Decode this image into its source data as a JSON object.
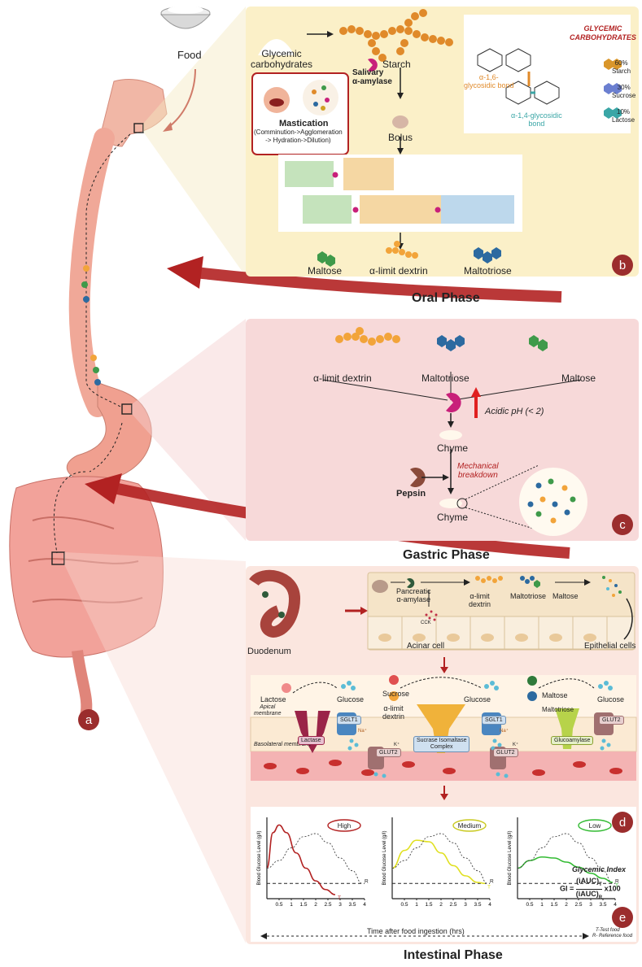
{
  "colors": {
    "oral_bg": "#fbf0c8",
    "gastric_bg": "#f7d9d9",
    "intestinal_bg": "#fbe6df",
    "accent_red": "#b22222",
    "badge": "#9b2d2d",
    "starch_orange": "#e08a2a",
    "maltose_green": "#3f9a4a",
    "maltotriose_blue": "#2c6aa0",
    "enzyme_magenta": "#c8207a"
  },
  "left": {
    "food_label": "Food",
    "badge_a": "a"
  },
  "oral": {
    "glycemic_carbs": "Glycemic\ncarbohydrates",
    "starch": "Starch",
    "salivary": "Salivary\nα-amylase",
    "bolus": "Bolus",
    "mastication_title": "Mastication",
    "mastication_steps": "(Comminution->Agglomeration\n-> Hydration->Dilution)",
    "bond16": "α-1,6-\nglycosidic bond",
    "bond14": "α-1,4-glycosidic\nbond",
    "gc_title": "GLYCEMIC\nCARBOHYDRATES",
    "gc_items": [
      {
        "pct": "60%",
        "name": "Starch"
      },
      {
        "pct": "30%",
        "name": "Sucrose"
      },
      {
        "pct": "10%",
        "name": "Lactose"
      }
    ],
    "products": [
      "Maltose",
      "α-limit dextrin",
      "Maltotriose"
    ],
    "badge": "b",
    "phase_title": "Oral Phase"
  },
  "gastric": {
    "inputs": [
      "α-limit dextrin",
      "Maltotriose",
      "Maltose"
    ],
    "acidic": "Acidic pH (< 2)",
    "chyme1": "Chyme",
    "pepsin": "Pepsin",
    "mechanical": "Mechanical\nbreakdown",
    "chyme2": "Chyme",
    "badge": "c",
    "phase_title": "Gastric Phase"
  },
  "intestinal": {
    "duodenum": "Duodenum",
    "pancreatic": "Pancreatic\nα-amylase",
    "cck": "CCK",
    "acinar": "Acinar cell",
    "row_items": [
      "α-limit\ndextrin",
      "Maltotriose",
      "Maltose"
    ],
    "epithelial": "Epithelial cells",
    "apical": "Apical\nmembrane",
    "basolateral": "Basolateral membrane",
    "lactose": "Lactose",
    "glucose": "Glucose",
    "sucrose": "Sucrose",
    "alpha_limit": "α-limit\ndextrin",
    "maltose": "Maltose",
    "maltotriose": "Maltotriose",
    "sglt1": "SGLT1",
    "glut2": "GLUT2",
    "lactase": "Lactase",
    "sucrase": "Sucrase Isomaltase\nComplex",
    "glucoamylase": "Glucoamylase",
    "ion_na": "Na⁺",
    "ion_k": "K⁺",
    "badge_d": "d",
    "badge_e": "e",
    "phase_title": "Intestinal Phase",
    "time_axis": "Time after food ingestion (hrs)",
    "gi_title": "Glycemic Index",
    "gi_formula_lhs": "GI =",
    "gi_num": "(iAUC)",
    "gi_num_sub": "T",
    "gi_den": "(iAUC)",
    "gi_den_sub": "R",
    "gi_mult": "x100",
    "legend_t": "T-Test food",
    "legend_r": "R- Reference food"
  },
  "chart_data": [
    {
      "type": "line",
      "title": "High",
      "ylabel": "Blood Glucose Level (g/l)",
      "xlim": [
        0,
        4
      ],
      "xticks": [
        "0.5",
        "1",
        "1.5",
        "2",
        "2.5",
        "3",
        "3.5",
        "4"
      ],
      "series": [
        {
          "name": "T",
          "values": [
            [
              0,
              0.9
            ],
            [
              0.25,
              1.6
            ],
            [
              0.5,
              1.75
            ],
            [
              0.8,
              1.6
            ],
            [
              1.2,
              1.2
            ],
            [
              1.6,
              0.9
            ],
            [
              2,
              0.65
            ],
            [
              2.4,
              0.48
            ],
            [
              2.8,
              0.38
            ]
          ]
        },
        {
          "name": "R",
          "values": [
            [
              0,
              0.9
            ],
            [
              0.5,
              1.05
            ],
            [
              1,
              1.3
            ],
            [
              1.5,
              1.52
            ],
            [
              2,
              1.58
            ],
            [
              2.5,
              1.4
            ],
            [
              3,
              1.1
            ],
            [
              3.5,
              0.85
            ],
            [
              3.9,
              0.6
            ]
          ]
        }
      ],
      "baseline": 0.6
    },
    {
      "type": "line",
      "title": "Medium",
      "ylabel": "Blood Glucose Level (g/l)",
      "xlim": [
        0,
        4
      ],
      "xticks": [
        "0.5",
        "1",
        "1.5",
        "2",
        "2.5",
        "3",
        "3.5",
        "4"
      ],
      "series": [
        {
          "name": "T",
          "values": [
            [
              0,
              0.9
            ],
            [
              0.5,
              1.25
            ],
            [
              1,
              1.45
            ],
            [
              1.5,
              1.42
            ],
            [
              2,
              1.2
            ],
            [
              2.5,
              0.95
            ],
            [
              3,
              0.75
            ],
            [
              3.5,
              0.62
            ],
            [
              3.8,
              0.6
            ]
          ]
        },
        {
          "name": "R",
          "values": [
            [
              0,
              0.9
            ],
            [
              0.5,
              1.05
            ],
            [
              1,
              1.3
            ],
            [
              1.5,
              1.52
            ],
            [
              2,
              1.58
            ],
            [
              2.5,
              1.4
            ],
            [
              3,
              1.1
            ],
            [
              3.5,
              0.85
            ],
            [
              3.9,
              0.6
            ]
          ]
        }
      ],
      "baseline": 0.6
    },
    {
      "type": "line",
      "title": "Low",
      "ylabel": "Blood Glucose Level (g/l)",
      "xlim": [
        0,
        4
      ],
      "xticks": [
        "0.5",
        "1",
        "1.5",
        "2",
        "2.5",
        "3",
        "3.5",
        "4"
      ],
      "series": [
        {
          "name": "T",
          "values": [
            [
              0,
              0.9
            ],
            [
              0.5,
              1.05
            ],
            [
              1,
              1.12
            ],
            [
              1.5,
              1.1
            ],
            [
              2,
              1.02
            ],
            [
              2.5,
              0.92
            ],
            [
              3,
              0.8
            ],
            [
              3.5,
              0.7
            ],
            [
              3.9,
              0.62
            ]
          ]
        },
        {
          "name": "R",
          "values": [
            [
              0,
              0.9
            ],
            [
              0.5,
              1.05
            ],
            [
              1,
              1.3
            ],
            [
              1.5,
              1.52
            ],
            [
              2,
              1.58
            ],
            [
              2.5,
              1.4
            ],
            [
              3,
              1.1
            ],
            [
              3.5,
              0.85
            ],
            [
              3.9,
              0.6
            ]
          ]
        }
      ],
      "baseline": 0.6
    }
  ]
}
